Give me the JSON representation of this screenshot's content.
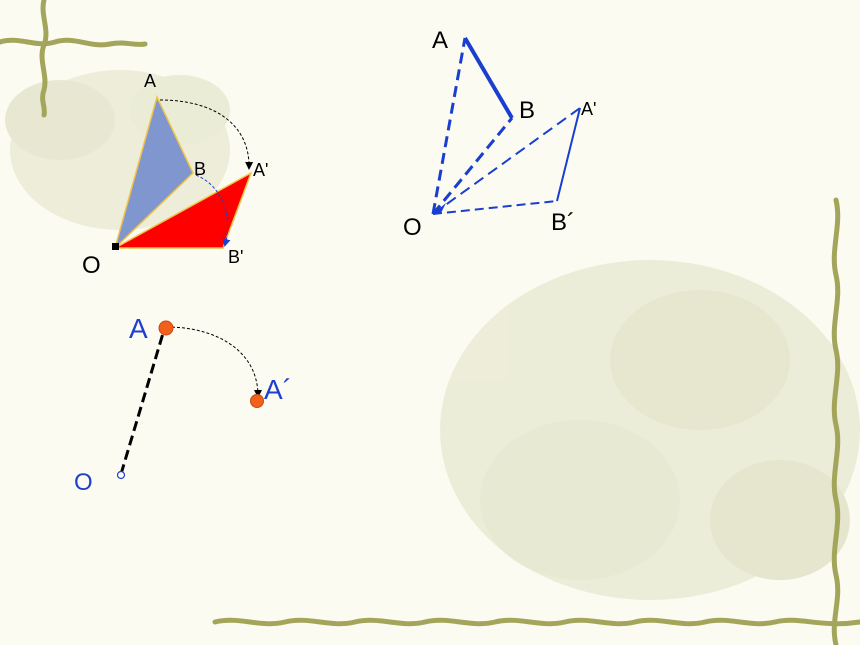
{
  "colors": {
    "blue_triangle": "#7f96cf",
    "red_triangle": "#ff0000",
    "outline_yellow": "#f2c34a",
    "line_blue": "#1a3fcf",
    "label_blue": "#1f3fd0",
    "point_orange": "#f2601e",
    "vine_green": "#a3a65a",
    "bg_leaf": "#e2e2c6"
  },
  "figure1": {
    "label_A": "A",
    "label_B": "B",
    "label_A_prime": "A'",
    "label_B_prime": "B'",
    "label_O": "O"
  },
  "figure2": {
    "label_A": "A",
    "label_B": "B",
    "label_A_prime": "A'",
    "label_B_prime": "B´",
    "label_O": "O"
  },
  "figure3": {
    "label_A": "A",
    "label_A_prime": "A´",
    "label_O": "O"
  }
}
